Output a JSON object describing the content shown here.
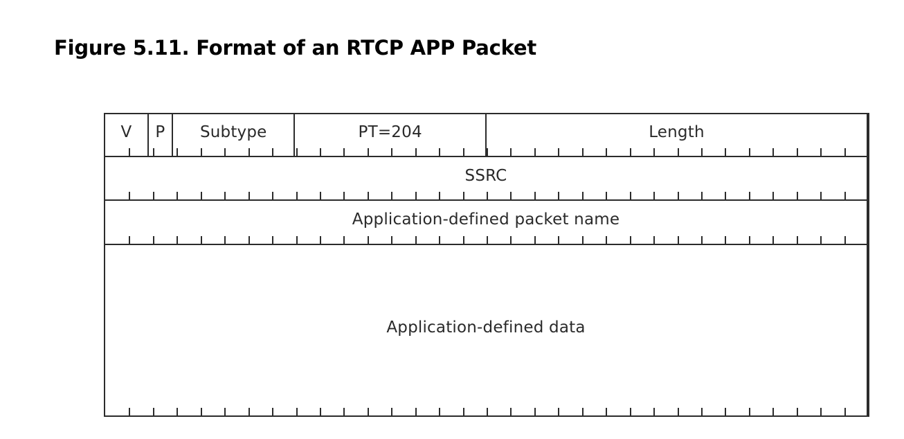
{
  "figure": {
    "title": "Figure 5.11. Format of an RTCP APP Packet"
  },
  "diagram": {
    "type": "packet-format",
    "bit_width": 32,
    "tick_count_per_row": 32,
    "colors": {
      "line": "#2b2b2b",
      "text": "#2a2a2a",
      "background": "#ffffff"
    },
    "rows": [
      {
        "name": "header-row",
        "fields": [
          {
            "label": "V",
            "bits": 2
          },
          {
            "label": "P",
            "bits": 1
          },
          {
            "label": "Subtype",
            "bits": 5
          },
          {
            "label": "PT=204",
            "bits": 8
          },
          {
            "label": "Length",
            "bits": 16
          }
        ]
      },
      {
        "name": "ssrc-row",
        "fields": [
          {
            "label": "SSRC",
            "bits": 32
          }
        ]
      },
      {
        "name": "packet-name-row",
        "fields": [
          {
            "label": "Application-defined packet name",
            "bits": 32
          }
        ]
      },
      {
        "name": "data-row",
        "fields": [
          {
            "label": "Application-defined data",
            "bits": 32
          }
        ]
      }
    ]
  }
}
